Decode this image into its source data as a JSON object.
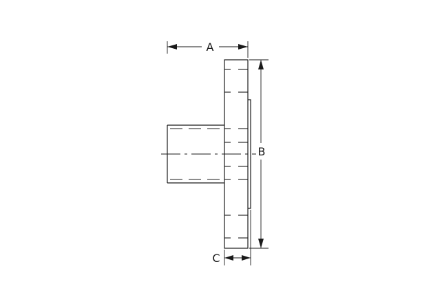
{
  "dimensions": {
    "a_label": "A",
    "b_label": "B",
    "c_label": "C"
  }
}
